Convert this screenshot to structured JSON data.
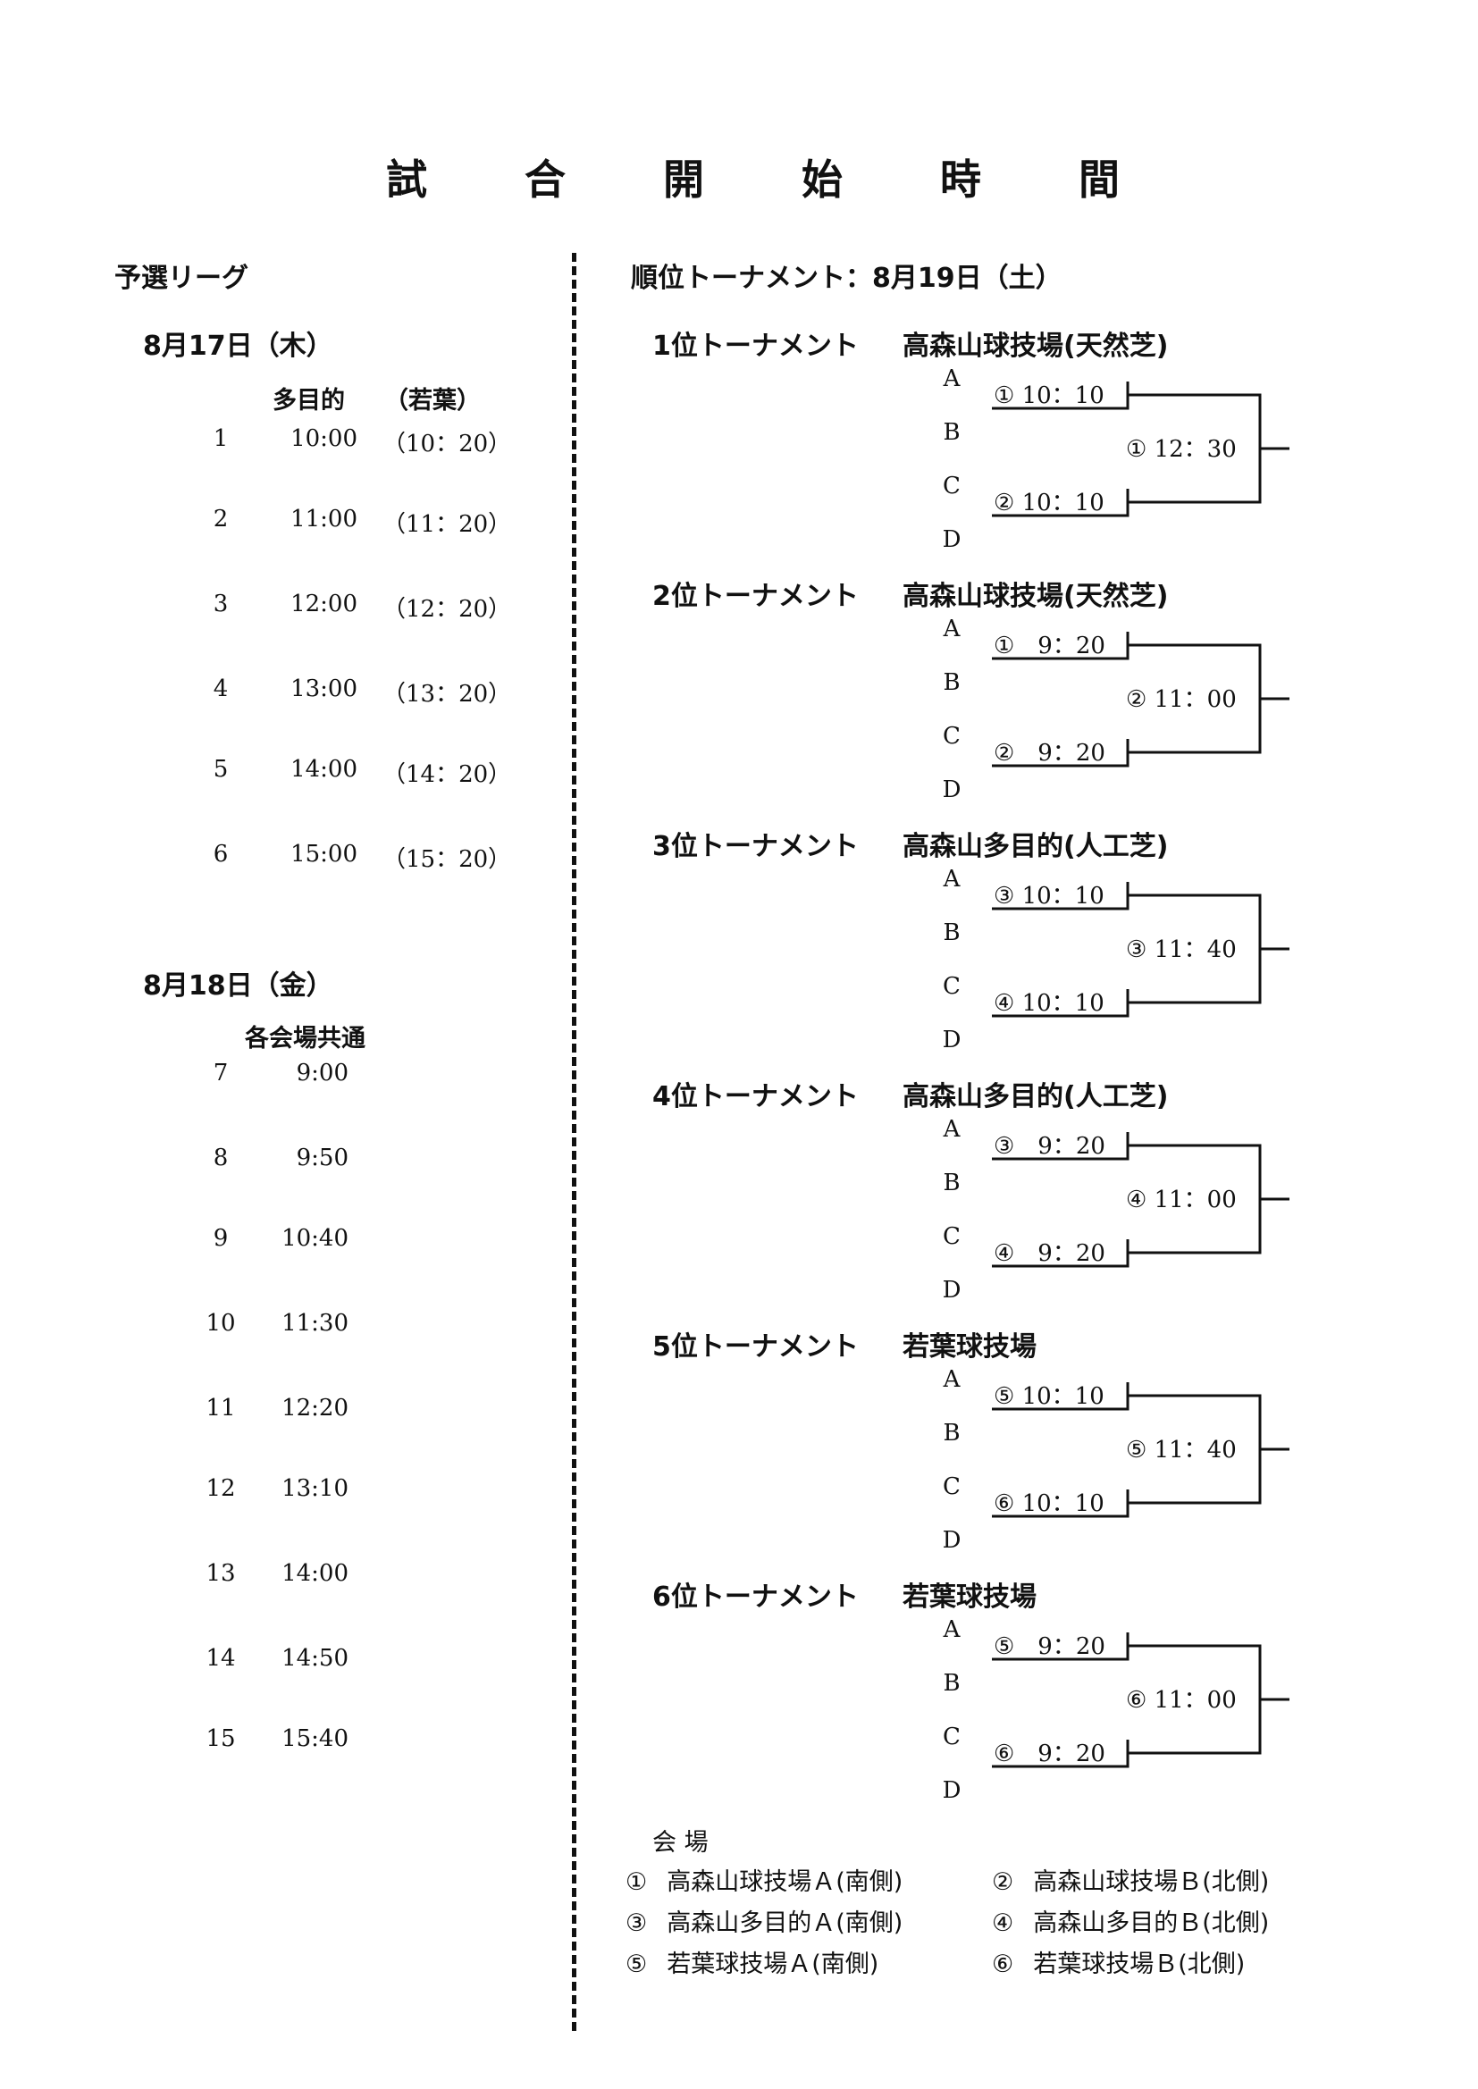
{
  "title_chars": [
    "試",
    "合",
    "開",
    "始",
    "時",
    "間"
  ],
  "league": {
    "heading": "予選リーグ",
    "day1": {
      "date": "8月17日（木）",
      "col1_header": "多目的",
      "col2_header": "（若葉）",
      "rows": [
        {
          "num": "1",
          "t1": "10:00",
          "t2": "（10：20）"
        },
        {
          "num": "2",
          "t1": "11:00",
          "t2": "（11：20）"
        },
        {
          "num": "3",
          "t1": "12:00",
          "t2": "（12：20）"
        },
        {
          "num": "4",
          "t1": "13:00",
          "t2": "（13：20）"
        },
        {
          "num": "5",
          "t1": "14:00",
          "t2": "（14：20）"
        },
        {
          "num": "6",
          "t1": "15:00",
          "t2": "（15：20）"
        }
      ]
    },
    "day2": {
      "date": "8月18日（金）",
      "col_header": "各会場共通",
      "rows": [
        {
          "num": "7",
          "t1": "9:00"
        },
        {
          "num": "8",
          "t1": "9:50"
        },
        {
          "num": "9",
          "t1": "10:40"
        },
        {
          "num": "10",
          "t1": "11:30"
        },
        {
          "num": "11",
          "t1": "12:20"
        },
        {
          "num": "12",
          "t1": "13:10"
        },
        {
          "num": "13",
          "t1": "14:00"
        },
        {
          "num": "14",
          "t1": "14:50"
        },
        {
          "num": "15",
          "t1": "15:40"
        }
      ]
    }
  },
  "ranking": {
    "heading": "順位トーナメント：8月19日（土）",
    "teams": [
      "A",
      "B",
      "C",
      "D"
    ],
    "tournaments": [
      {
        "name": "1位トーナメント",
        "venue": "高森山球技場(天然芝)",
        "m1": "① 10：10",
        "m2": "② 10：10",
        "final": "① 12：30"
      },
      {
        "name": "2位トーナメント",
        "venue": "高森山球技場(天然芝)",
        "m1": "①　9：20",
        "m2": "②　9：20",
        "final": "② 11：00"
      },
      {
        "name": "3位トーナメント",
        "venue": "高森山多目的(人工芝)",
        "m1": "③ 10：10",
        "m2": "④ 10：10",
        "final": "③ 11：40"
      },
      {
        "name": "4位トーナメント",
        "venue": "高森山多目的(人工芝)",
        "m1": "③　9：20",
        "m2": "④　9：20",
        "final": "④ 11：00"
      },
      {
        "name": "5位トーナメント",
        "venue": "若葉球技場",
        "m1": "⑤ 10：10",
        "m2": "⑥ 10：10",
        "final": "⑤ 11：40"
      },
      {
        "name": "6位トーナメント",
        "venue": "若葉球技場",
        "m1": "⑤　9：20",
        "m2": "⑥　9：20",
        "final": "⑥ 11：00"
      }
    ]
  },
  "venues": {
    "heading": "会 場",
    "items": [
      [
        "①",
        "高森山球技場Ａ(南側)"
      ],
      [
        "②",
        "高森山球技場Ｂ(北側)"
      ],
      [
        "③",
        "高森山多目的Ａ(南側)"
      ],
      [
        "④",
        "高森山多目的Ｂ(北側)"
      ],
      [
        "⑤",
        "若葉球技場Ａ(南側)"
      ],
      [
        "⑥",
        "若葉球技場Ｂ(北側)"
      ]
    ]
  }
}
